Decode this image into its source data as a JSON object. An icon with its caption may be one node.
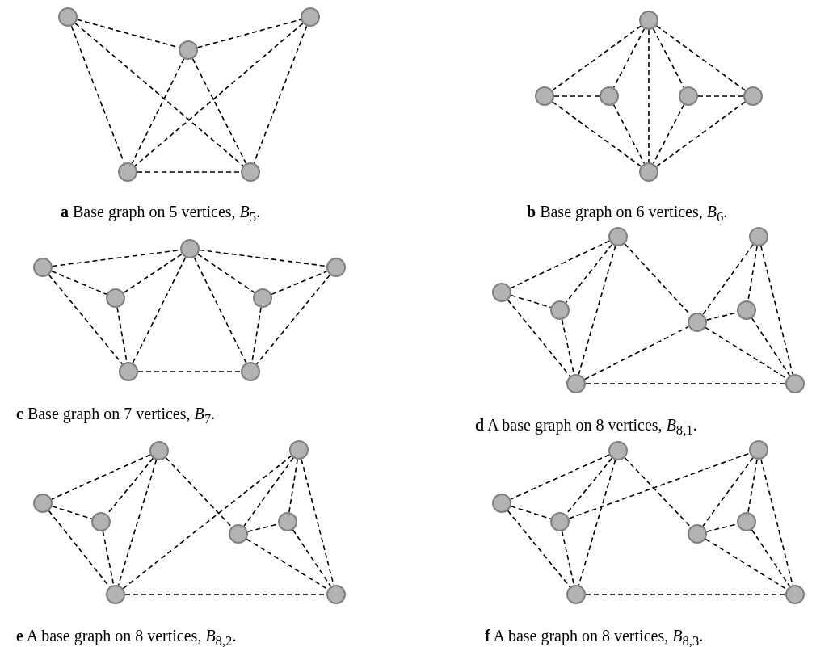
{
  "diagram": {
    "nodes": [
      {
        "text": [],
        "shape": "circle"
      },
      {
        "text": [],
        "shape": "circle"
      },
      {
        "text": [],
        "shape": "circle"
      },
      {
        "text": [],
        "shape": "circle"
      },
      {
        "text": [],
        "shape": "circle"
      },
      {
        "text": [],
        "shape": "circle"
      },
      {
        "text": [],
        "shape": "circle"
      },
      {
        "text": [],
        "shape": "circle"
      },
      {
        "text": [],
        "shape": "circle"
      },
      {
        "text": [],
        "shape": "circle"
      },
      {
        "text": [],
        "shape": "circle"
      },
      {
        "text": [],
        "shape": "circle"
      },
      {
        "text": [],
        "shape": "circle"
      },
      {
        "text": [],
        "shape": "circle"
      },
      {
        "text": [],
        "shape": "circle"
      },
      {
        "text": [],
        "shape": "circle"
      },
      {
        "text": [],
        "shape": "circle"
      },
      {
        "text": [],
        "shape": "circle"
      },
      {
        "text": [],
        "shape": "circle"
      },
      {
        "text": [],
        "shape": "circle"
      },
      {
        "text": [],
        "shape": "circle"
      },
      {
        "text": [],
        "shape": "circle"
      },
      {
        "text": [],
        "shape": "circle"
      },
      {
        "text": [],
        "shape": "circle"
      },
      {
        "text": [],
        "shape": "circle"
      },
      {
        "text": [],
        "shape": "circle"
      },
      {
        "text": [],
        "shape": "circle"
      },
      {
        "text": [],
        "shape": "circle"
      },
      {
        "text": [],
        "shape": "circle"
      },
      {
        "text": [],
        "shape": "circle"
      },
      {
        "text": [],
        "shape": "circle"
      },
      {
        "text": [],
        "shape": "circle"
      },
      {
        "text": [],
        "shape": "circle"
      },
      {
        "text": [],
        "shape": "circle"
      },
      {
        "text": [],
        "shape": "circle"
      },
      {
        "text": [],
        "shape": "circle"
      },
      {
        "text": [],
        "shape": "circle"
      },
      {
        "text": [],
        "shape": "circle"
      },
      {
        "text": [],
        "shape": "circle"
      },
      {
        "text": [],
        "shape": "circle"
      },
      {
        "text": [],
        "shape": "circle"
      },
      {
        "text": [],
        "shape": "circle"
      }
    ],
    "edges": [
      {
        "from": 0,
        "to": 2,
        "arrow": "none"
      },
      {
        "from": 2,
        "to": 1,
        "arrow": "none"
      },
      {
        "from": 0,
        "to": 3,
        "arrow": "none"
      },
      {
        "from": 0,
        "to": 4,
        "arrow": "none"
      },
      {
        "from": 1,
        "to": 3,
        "arrow": "none"
      },
      {
        "from": 1,
        "to": 4,
        "arrow": "none"
      },
      {
        "from": 2,
        "to": 3,
        "arrow": "none"
      },
      {
        "from": 2,
        "to": 4,
        "arrow": "none"
      },
      {
        "from": 3,
        "to": 4,
        "arrow": "none"
      },
      {
        "from": 5,
        "to": 6,
        "arrow": "none"
      },
      {
        "from": 5,
        "to": 7,
        "arrow": "none"
      },
      {
        "from": 5,
        "to": 10,
        "arrow": "none"
      },
      {
        "from": 5,
        "to": 8,
        "arrow": "none"
      },
      {
        "from": 5,
        "to": 9,
        "arrow": "none"
      },
      {
        "from": 6,
        "to": 7,
        "arrow": "none"
      },
      {
        "from": 8,
        "to": 9,
        "arrow": "none"
      },
      {
        "from": 6,
        "to": 10,
        "arrow": "none"
      },
      {
        "from": 7,
        "to": 10,
        "arrow": "none"
      },
      {
        "from": 8,
        "to": 10,
        "arrow": "none"
      },
      {
        "from": 9,
        "to": 10,
        "arrow": "none"
      },
      {
        "from": 12,
        "to": 11,
        "arrow": "none"
      },
      {
        "from": 11,
        "to": 13,
        "arrow": "none"
      },
      {
        "from": 12,
        "to": 14,
        "arrow": "none"
      },
      {
        "from": 14,
        "to": 11,
        "arrow": "none"
      },
      {
        "from": 11,
        "to": 15,
        "arrow": "none"
      },
      {
        "from": 15,
        "to": 13,
        "arrow": "none"
      },
      {
        "from": 12,
        "to": 16,
        "arrow": "none"
      },
      {
        "from": 14,
        "to": 16,
        "arrow": "none"
      },
      {
        "from": 11,
        "to": 16,
        "arrow": "none"
      },
      {
        "from": 11,
        "to": 17,
        "arrow": "none"
      },
      {
        "from": 15,
        "to": 17,
        "arrow": "none"
      },
      {
        "from": 13,
        "to": 17,
        "arrow": "none"
      },
      {
        "from": 16,
        "to": 17,
        "arrow": "none"
      },
      {
        "from": 18,
        "to": 20,
        "arrow": "none"
      },
      {
        "from": 18,
        "to": 21,
        "arrow": "none"
      },
      {
        "from": 18,
        "to": 24,
        "arrow": "none"
      },
      {
        "from": 18,
        "to": 23,
        "arrow": "none"
      },
      {
        "from": 20,
        "to": 21,
        "arrow": "none"
      },
      {
        "from": 20,
        "to": 24,
        "arrow": "none"
      },
      {
        "from": 21,
        "to": 24,
        "arrow": "none"
      },
      {
        "from": 24,
        "to": 23,
        "arrow": "none"
      },
      {
        "from": 24,
        "to": 25,
        "arrow": "none"
      },
      {
        "from": 19,
        "to": 23,
        "arrow": "none"
      },
      {
        "from": 19,
        "to": 22,
        "arrow": "none"
      },
      {
        "from": 19,
        "to": 25,
        "arrow": "none"
      },
      {
        "from": 23,
        "to": 22,
        "arrow": "none"
      },
      {
        "from": 23,
        "to": 25,
        "arrow": "none"
      },
      {
        "from": 22,
        "to": 25,
        "arrow": "none"
      },
      {
        "from": 26,
        "to": 28,
        "arrow": "none"
      },
      {
        "from": 26,
        "to": 29,
        "arrow": "none"
      },
      {
        "from": 26,
        "to": 32,
        "arrow": "none"
      },
      {
        "from": 26,
        "to": 31,
        "arrow": "none"
      },
      {
        "from": 28,
        "to": 29,
        "arrow": "none"
      },
      {
        "from": 28,
        "to": 32,
        "arrow": "none"
      },
      {
        "from": 29,
        "to": 32,
        "arrow": "none"
      },
      {
        "from": 32,
        "to": 27,
        "arrow": "none"
      },
      {
        "from": 32,
        "to": 33,
        "arrow": "none"
      },
      {
        "from": 27,
        "to": 31,
        "arrow": "none"
      },
      {
        "from": 27,
        "to": 30,
        "arrow": "none"
      },
      {
        "from": 27,
        "to": 33,
        "arrow": "none"
      },
      {
        "from": 31,
        "to": 30,
        "arrow": "none"
      },
      {
        "from": 31,
        "to": 33,
        "arrow": "none"
      },
      {
        "from": 30,
        "to": 33,
        "arrow": "none"
      },
      {
        "from": 34,
        "to": 36,
        "arrow": "none"
      },
      {
        "from": 34,
        "to": 37,
        "arrow": "none"
      },
      {
        "from": 34,
        "to": 40,
        "arrow": "none"
      },
      {
        "from": 34,
        "to": 39,
        "arrow": "none"
      },
      {
        "from": 36,
        "to": 37,
        "arrow": "none"
      },
      {
        "from": 36,
        "to": 40,
        "arrow": "none"
      },
      {
        "from": 37,
        "to": 40,
        "arrow": "none"
      },
      {
        "from": 37,
        "to": 35,
        "arrow": "none"
      },
      {
        "from": 40,
        "to": 41,
        "arrow": "none"
      },
      {
        "from": 35,
        "to": 39,
        "arrow": "none"
      },
      {
        "from": 35,
        "to": 38,
        "arrow": "none"
      },
      {
        "from": 35,
        "to": 41,
        "arrow": "none"
      },
      {
        "from": 39,
        "to": 38,
        "arrow": "none"
      },
      {
        "from": 39,
        "to": 41,
        "arrow": "none"
      },
      {
        "from": 38,
        "to": 41,
        "arrow": "none"
      }
    ],
    "labels": [
      "**a** Base graph on 5 vertices, *B*$_{5}$.",
      "**b** Base graph on 6 vertices, *B*$_{6}$.",
      "**c** Base graph on 7 vertices, *B*$_{7}$.",
      "**d** A base graph on 8 vertices, *B*$_{8,1}$.",
      "**e** A base graph on 8 vertices, *B*$_{8,2}$.",
      "**f** A base graph on 8 vertices, *B*$_{8,3}$."
    ]
  }
}
